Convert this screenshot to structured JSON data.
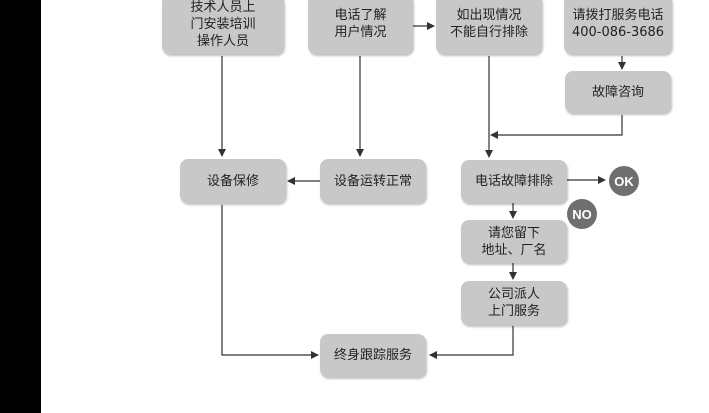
{
  "nodes": {
    "tech_training": "技术人员上\n门安装培训\n操作人员",
    "phone_user": "电话了解\n用户情况",
    "if_problem": "如出现情况\n不能自行排除",
    "call_service": "请拨打服务电话\n400-086-3686",
    "fault_consult": "故障咨询",
    "equip_maint": "设备保修",
    "equip_running": "设备运转正常",
    "phone_troubleshoot": "电话故障排除",
    "leave_address": "请您留下\n地址、厂名",
    "company_dispatch": "公司派人\n上门服务",
    "lifetime_service": "终身跟踪服务"
  },
  "badges": {
    "ok": "OK",
    "no": "NO"
  },
  "colors": {
    "node_fill": "#c8c8c8",
    "badge_fill": "#6f6f6f",
    "line": "#333333",
    "side_bar": "#000000"
  }
}
